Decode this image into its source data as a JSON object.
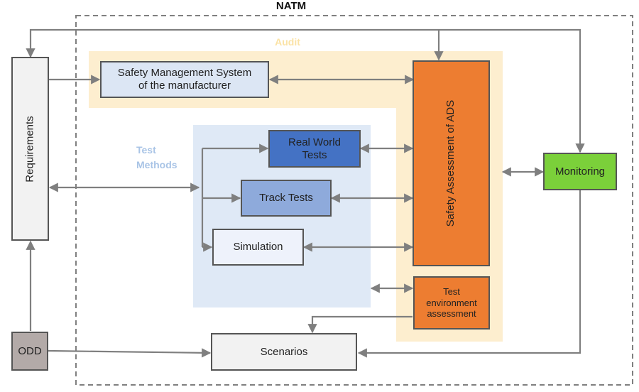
{
  "framework": {
    "title": "NATM"
  },
  "regions": {
    "audit": "Audit",
    "test_methods": "Test Methods"
  },
  "boxes": {
    "requirements": "Requirements",
    "sms": "Safety Management System of the manufacturer",
    "safety_assessment": "Safety Assessment of ADS",
    "monitoring": "Monitoring",
    "real_world_tests": "Real World Tests",
    "track_tests": "Track Tests",
    "simulation": "Simulation",
    "test_env_assessment": "Test environment assessment",
    "odd": "ODD",
    "scenarios": "Scenarios"
  },
  "colors": {
    "audit_bg": "#fdeecf",
    "test_methods_bg": "#dfe9f6",
    "sms_fill": "#dce6f4",
    "real_world_fill": "#4472c4",
    "track_fill": "#8eaadb",
    "simulation_fill": "#eef2fb",
    "orange": "#ed7d31",
    "monitoring_fill": "#7bd03a",
    "odd_fill": "#b3aaa8",
    "requirements_fill": "#f2f2f2",
    "scenarios_fill": "#f2f2f2",
    "line": "#7f7f7f"
  }
}
